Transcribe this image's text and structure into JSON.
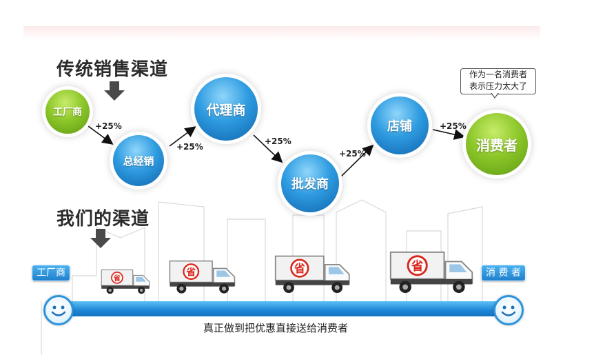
{
  "traditional": {
    "title": "传统销售渠道",
    "nodes": {
      "factory": "工厂商",
      "distributor": "总经销",
      "agent": "代理商",
      "wholesaler": "批发商",
      "store": "店铺",
      "consumer": "消费者"
    },
    "markups": [
      "+25%",
      "+25%",
      "+25%",
      "+25%",
      "+25%"
    ],
    "bubble": [
      "作为一名消费者",
      "表示压力太大了"
    ]
  },
  "ours": {
    "title": "我们的渠道",
    "start_label": "工厂商",
    "end_label": "消 费 者",
    "truck_badge": "省",
    "caption": "真正做到把优惠直接送给消费者"
  },
  "colors": {
    "green_node": "#8dc72a",
    "blue_node": "#2e9be0",
    "bar": "#1d86d6",
    "badge": "#d9261c"
  }
}
